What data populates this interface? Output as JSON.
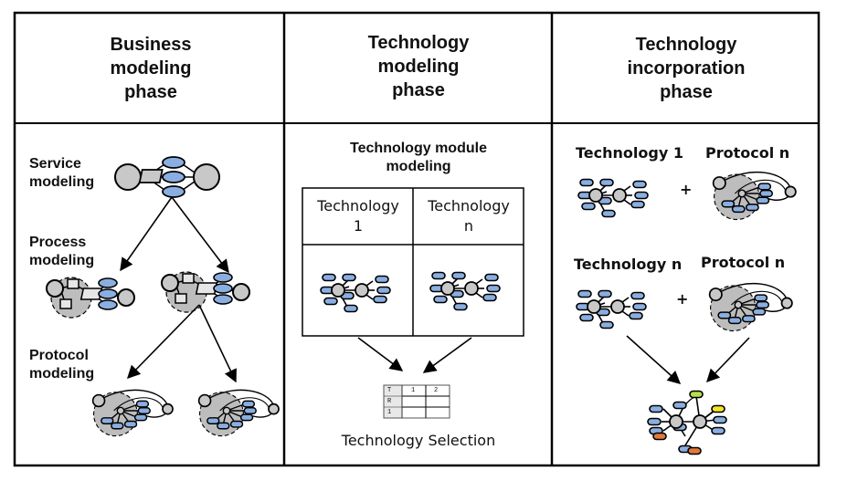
{
  "columns": [
    {
      "title_lines": [
        "Business",
        "modeling",
        "phase"
      ]
    },
    {
      "title_lines": [
        "Technology",
        "modeling",
        "phase"
      ]
    },
    {
      "title_lines": [
        "Technology",
        "incorporation",
        "phase"
      ]
    }
  ],
  "business": {
    "service_label": [
      "Service",
      "modeling"
    ],
    "process_label": [
      "Process",
      "modeling"
    ],
    "protocol_label": [
      "Protocol",
      "modeling"
    ]
  },
  "techmodel": {
    "title": [
      "Technology module",
      "modeling"
    ],
    "table_headers": [
      [
        "Technology",
        "1"
      ],
      [
        "Technology",
        "n"
      ]
    ],
    "selection_label": "Technology Selection",
    "mini_table": [
      [
        "T",
        "1",
        "2"
      ],
      [
        "R",
        "",
        ""
      ],
      [
        "1",
        "",
        ""
      ]
    ]
  },
  "incorporation": {
    "row1_left": "Technology 1",
    "row1_right": "Protocol n",
    "row2_left": "Technology n",
    "row2_right": "Protocol n",
    "plus": "+"
  },
  "colors": {
    "node_blue": "#8aaee0",
    "node_gray": "#c8c8c8",
    "shade_gray": "#bdbdbd",
    "green": "#b6e04a",
    "yellow": "#f2e62b",
    "orange": "#e07a3a",
    "line": "#000000"
  }
}
